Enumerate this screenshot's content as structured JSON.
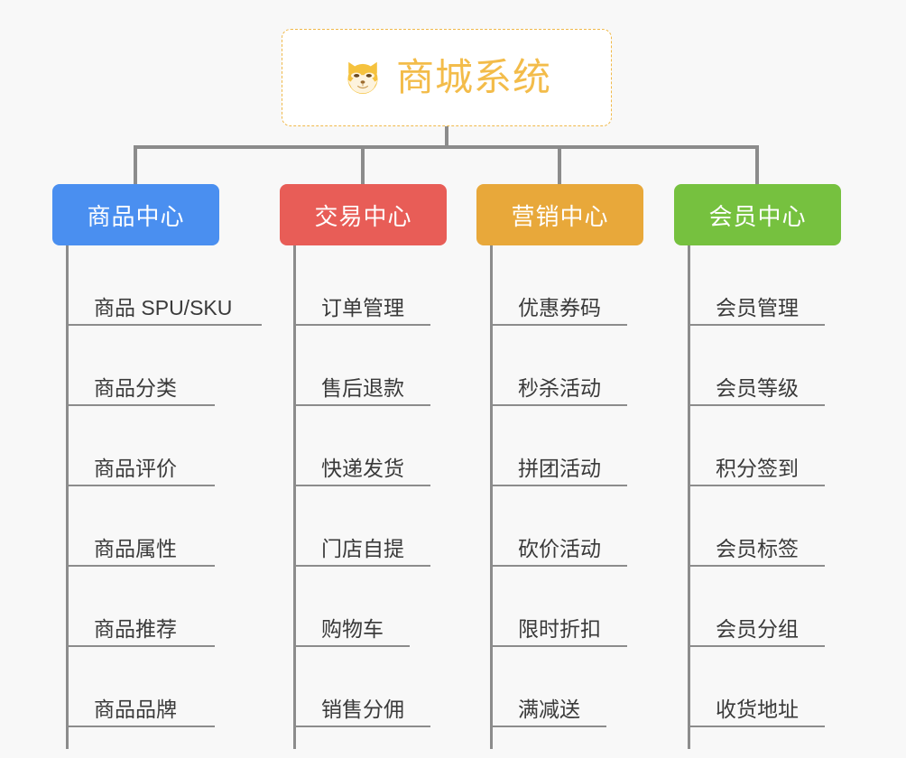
{
  "background_color": "#f8f8f8",
  "root": {
    "title": "商城系统",
    "logo_icon": "shiba-dog-face-icon",
    "title_color": "#f3bc4a",
    "border_color": "#f0b94a"
  },
  "branches": [
    {
      "title": "商品中心",
      "color": "#4a8ff0",
      "items": [
        "商品 SPU/SKU",
        "商品分类",
        "商品评价",
        "商品属性",
        "商品推荐",
        "商品品牌"
      ]
    },
    {
      "title": "交易中心",
      "color": "#e85d57",
      "items": [
        "订单管理",
        "售后退款",
        "快递发货",
        "门店自提",
        "购物车",
        "销售分佣"
      ]
    },
    {
      "title": "营销中心",
      "color": "#e8a83a",
      "items": [
        "优惠券码",
        "秒杀活动",
        "拼团活动",
        "砍价活动",
        "限时折扣",
        "满减送"
      ]
    },
    {
      "title": "会员中心",
      "color": "#76c13f",
      "items": [
        "会员管理",
        "会员等级",
        "积分签到",
        "会员标签",
        "会员分组",
        "收货地址"
      ]
    }
  ]
}
